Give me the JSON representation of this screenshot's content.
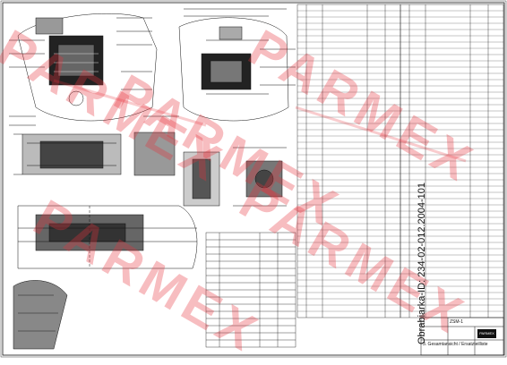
{
  "document": {
    "type": "technical-assembly-drawing",
    "watermark_text": "PARMEX",
    "side_stamp_text": "Obrabiarka-ID: 234-02-012.2004-101",
    "title_block_label": "ZSM-1",
    "title_note": "3. Gesamtansicht / Ersatzteilliste",
    "logo_text": "PARMEX",
    "colors": {
      "line": "#111111",
      "watermark": "#e6323c",
      "paper": "#ffffff"
    }
  }
}
